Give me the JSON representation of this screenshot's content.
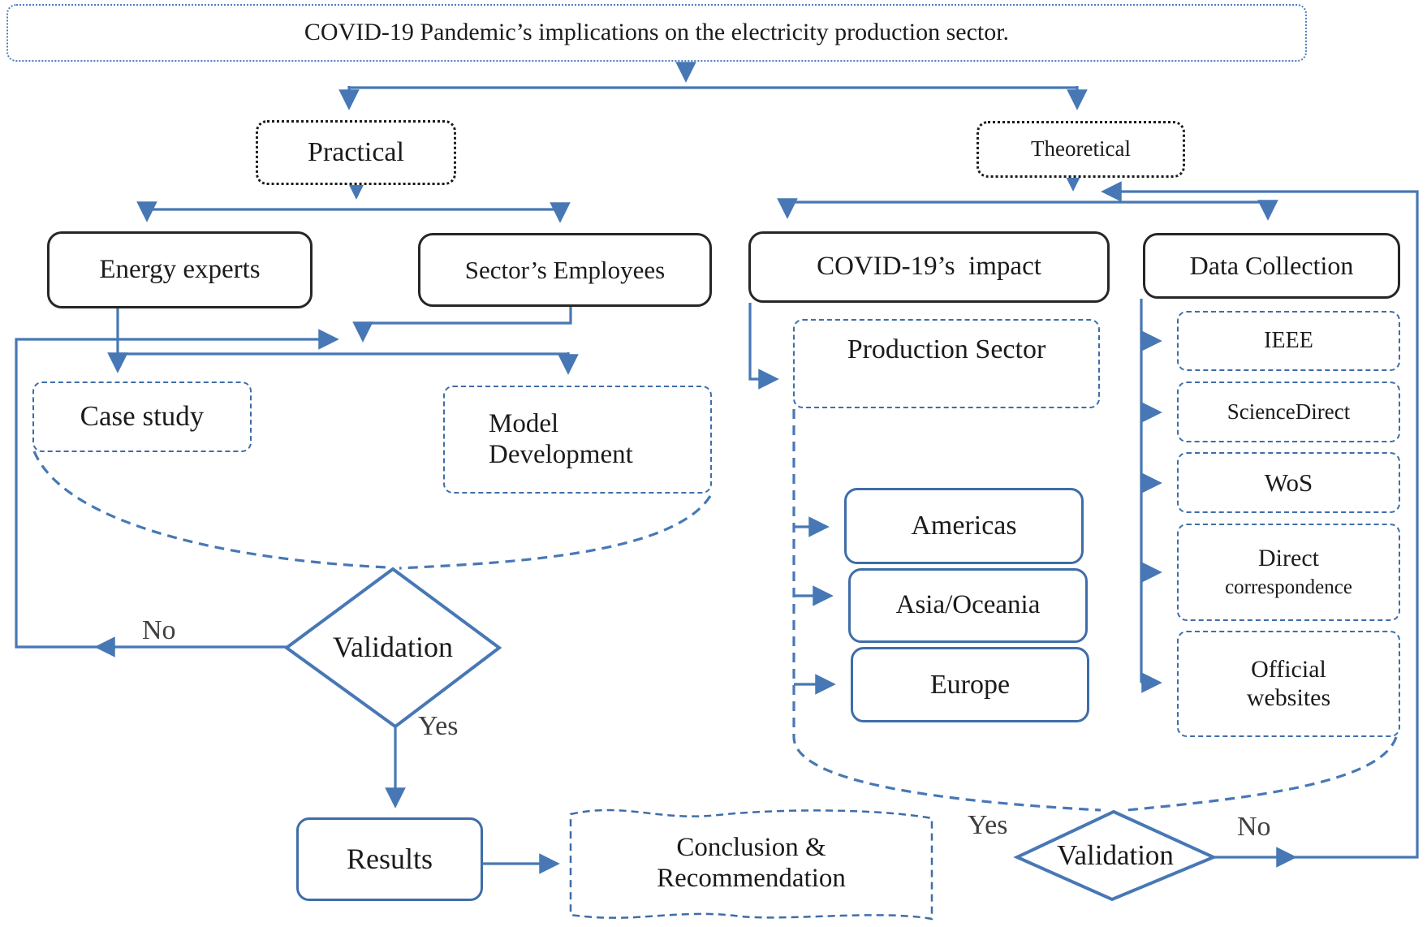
{
  "title": "COVID-19 Pandemic’s implications on the electricity production sector.",
  "colors": {
    "accent_blue": "#4778b5",
    "box_border_blue": "#3e6da9",
    "box_border_black": "#262626",
    "text": "#1b1b1b",
    "edge_label_gray": "#3f3f3f"
  },
  "nodes": {
    "practical": "Practical",
    "theoretical": "Theoretical",
    "energy_experts": "Energy experts",
    "sectors_employees": "Sector’s Employees",
    "case_study": "Case study",
    "model_development_line1": "Model",
    "model_development_line2": "Development",
    "covid_impact": "COVID-19’s  impact",
    "data_collection": "Data Collection",
    "production_sector": "Production Sector",
    "americas": "Americas",
    "asia_oceania": "Asia/Oceania",
    "europe": "Europe",
    "sources": {
      "ieee": "IEEE",
      "sciencedirect": "ScienceDirect",
      "wos": "WoS",
      "direct_line1": "Direct",
      "direct_line2": "correspondence",
      "official_line1": "Official",
      "official_line2": "websites"
    },
    "results": "Results",
    "conclusion_line1": "Conclusion &",
    "conclusion_line2": "Recommendation",
    "validation_left": "Validation",
    "validation_right": "Validation"
  },
  "edge_labels": {
    "left_no": "No",
    "left_yes": "Yes",
    "right_yes": "Yes",
    "right_no": "No"
  }
}
